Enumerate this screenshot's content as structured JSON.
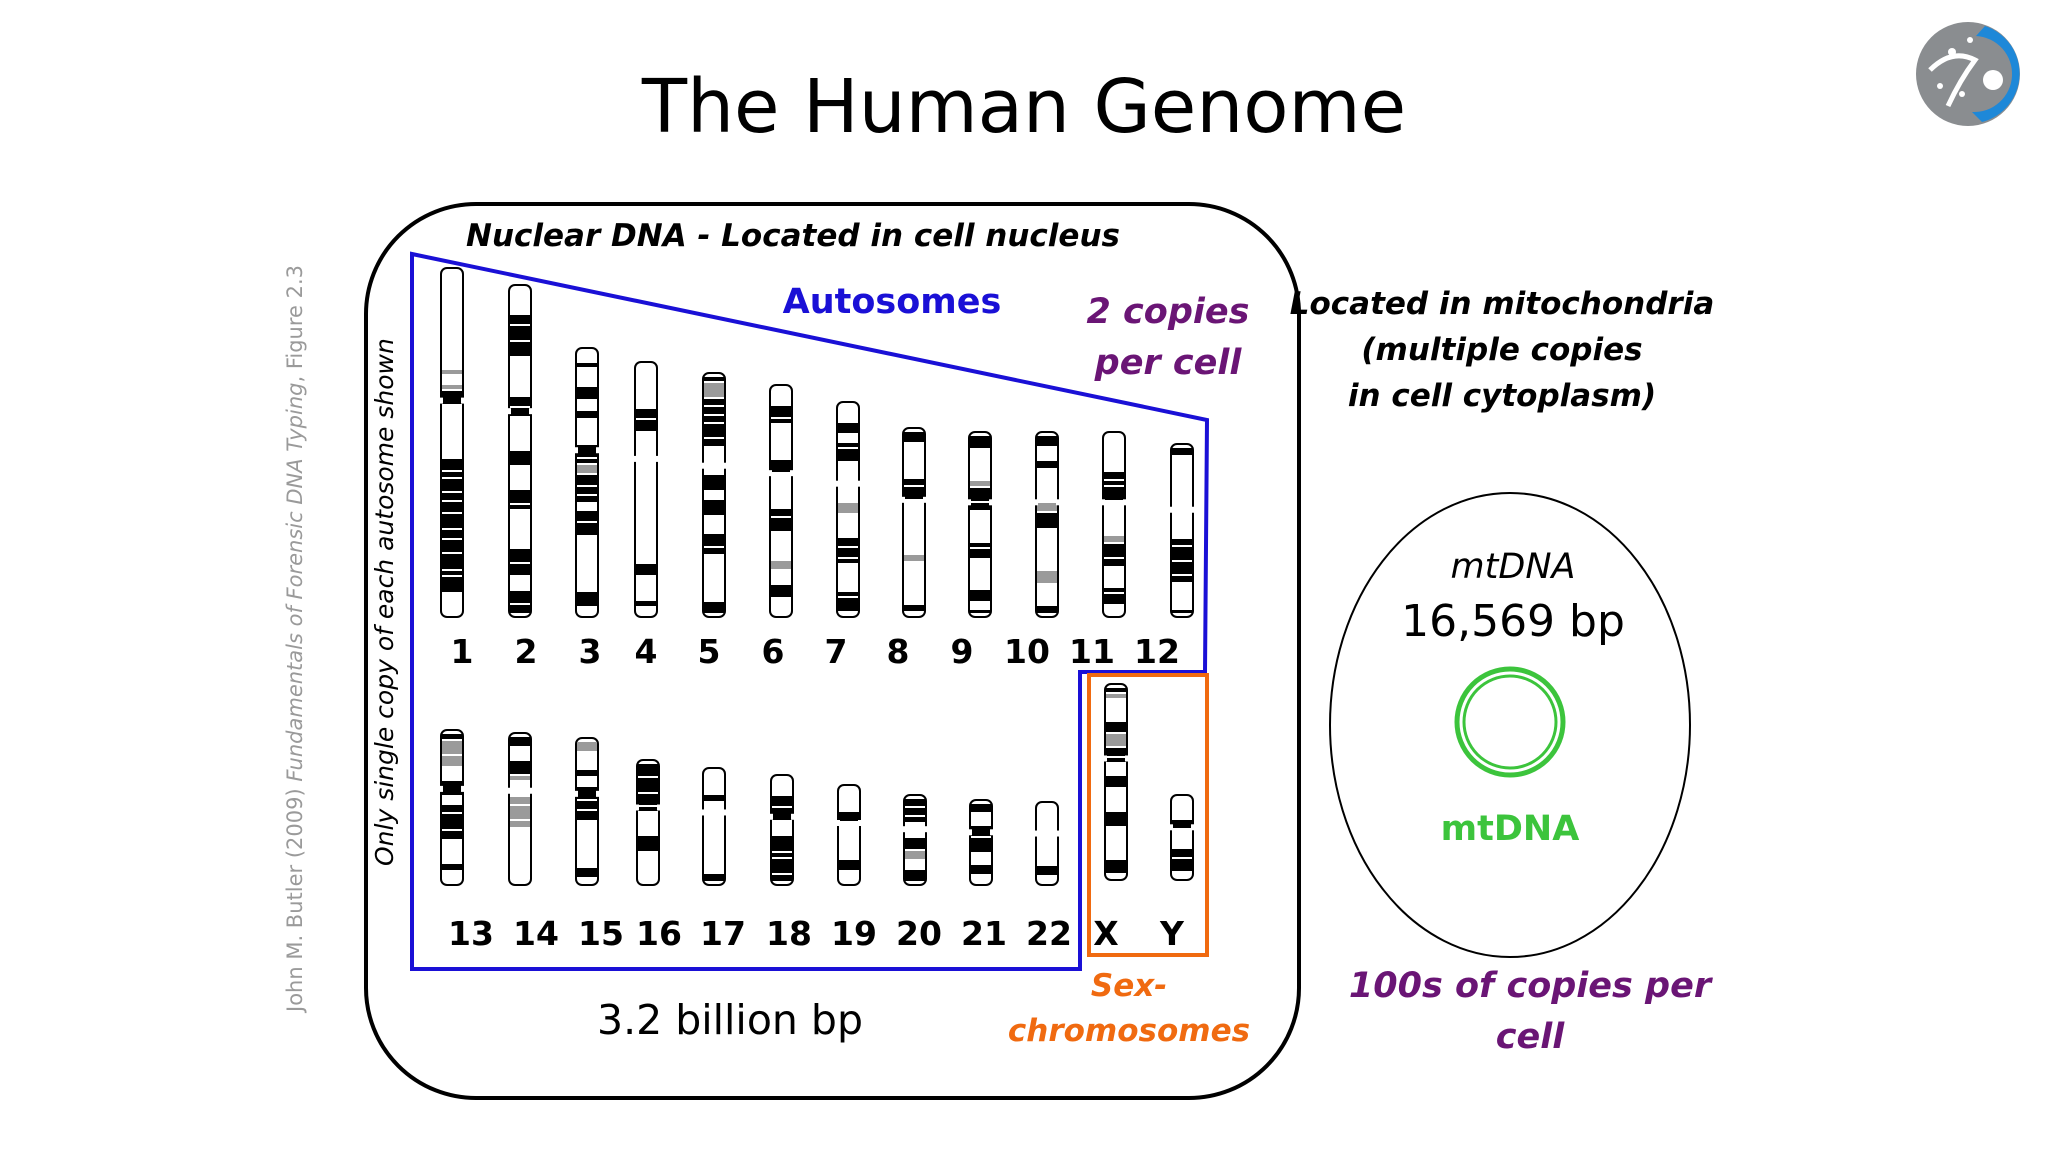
{
  "slide": {
    "title": "The Human Genome",
    "citation": {
      "author": "John M. Butler (2009) ",
      "book": "Fundamentals of Forensic DNA Typing",
      "figure": ", Figure 2.3"
    }
  },
  "nuclear": {
    "header": "Nuclear DNA - Located in cell nucleus",
    "autosomes_label": "Autosomes",
    "copies_line1": "2 copies",
    "copies_line2": "per cell",
    "side_note": "Only single copy of each autosome shown",
    "size": "3.2 billion bp",
    "sex_label_line1": "Sex-",
    "sex_label_line2": "chromosomes",
    "autosome_row1": [
      "1",
      "2",
      "3",
      "4",
      "5",
      "6",
      "7",
      "8",
      "9",
      "10",
      "11",
      "12"
    ],
    "autosome_row2": [
      "13",
      "14",
      "15",
      "16",
      "17",
      "18",
      "19",
      "20",
      "21",
      "22"
    ],
    "sex_chromosomes": [
      "X",
      "Y"
    ]
  },
  "mito": {
    "location_line1": "Located in mitochondria",
    "location_line2": "(multiple copies",
    "location_line3": "in cell cytoplasm)",
    "name_italic": "mtDNA",
    "size": "16,569 bp",
    "name_green": "mtDNA",
    "copies_line1": "100s of copies per",
    "copies_line2": "cell"
  },
  "colors": {
    "autosome_outline": "#1a10d6",
    "sex_outline": "#f06a10",
    "copies_text": "#6a1575",
    "mtdna_green": "#3cc43c",
    "logo_blue": "#1e88d8",
    "logo_grey": "#8a8d90"
  }
}
